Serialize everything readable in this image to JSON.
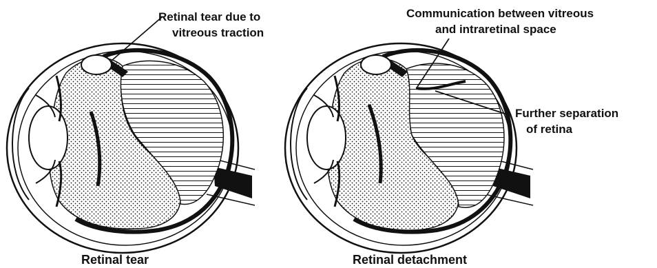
{
  "panels": [
    {
      "caption": "Retinal tear",
      "annotations": [
        {
          "lines": [
            "Retinal tear due to",
            "vitreous traction"
          ]
        }
      ]
    },
    {
      "caption": "Retinal detachment",
      "annotations": [
        {
          "lines": [
            "Communication between vitreous",
            "and intraretinal space"
          ]
        },
        {
          "lines": [
            "Further separation",
            "of retina"
          ]
        }
      ]
    }
  ],
  "colors": {
    "ink": "#111111",
    "paper": "#ffffff"
  }
}
